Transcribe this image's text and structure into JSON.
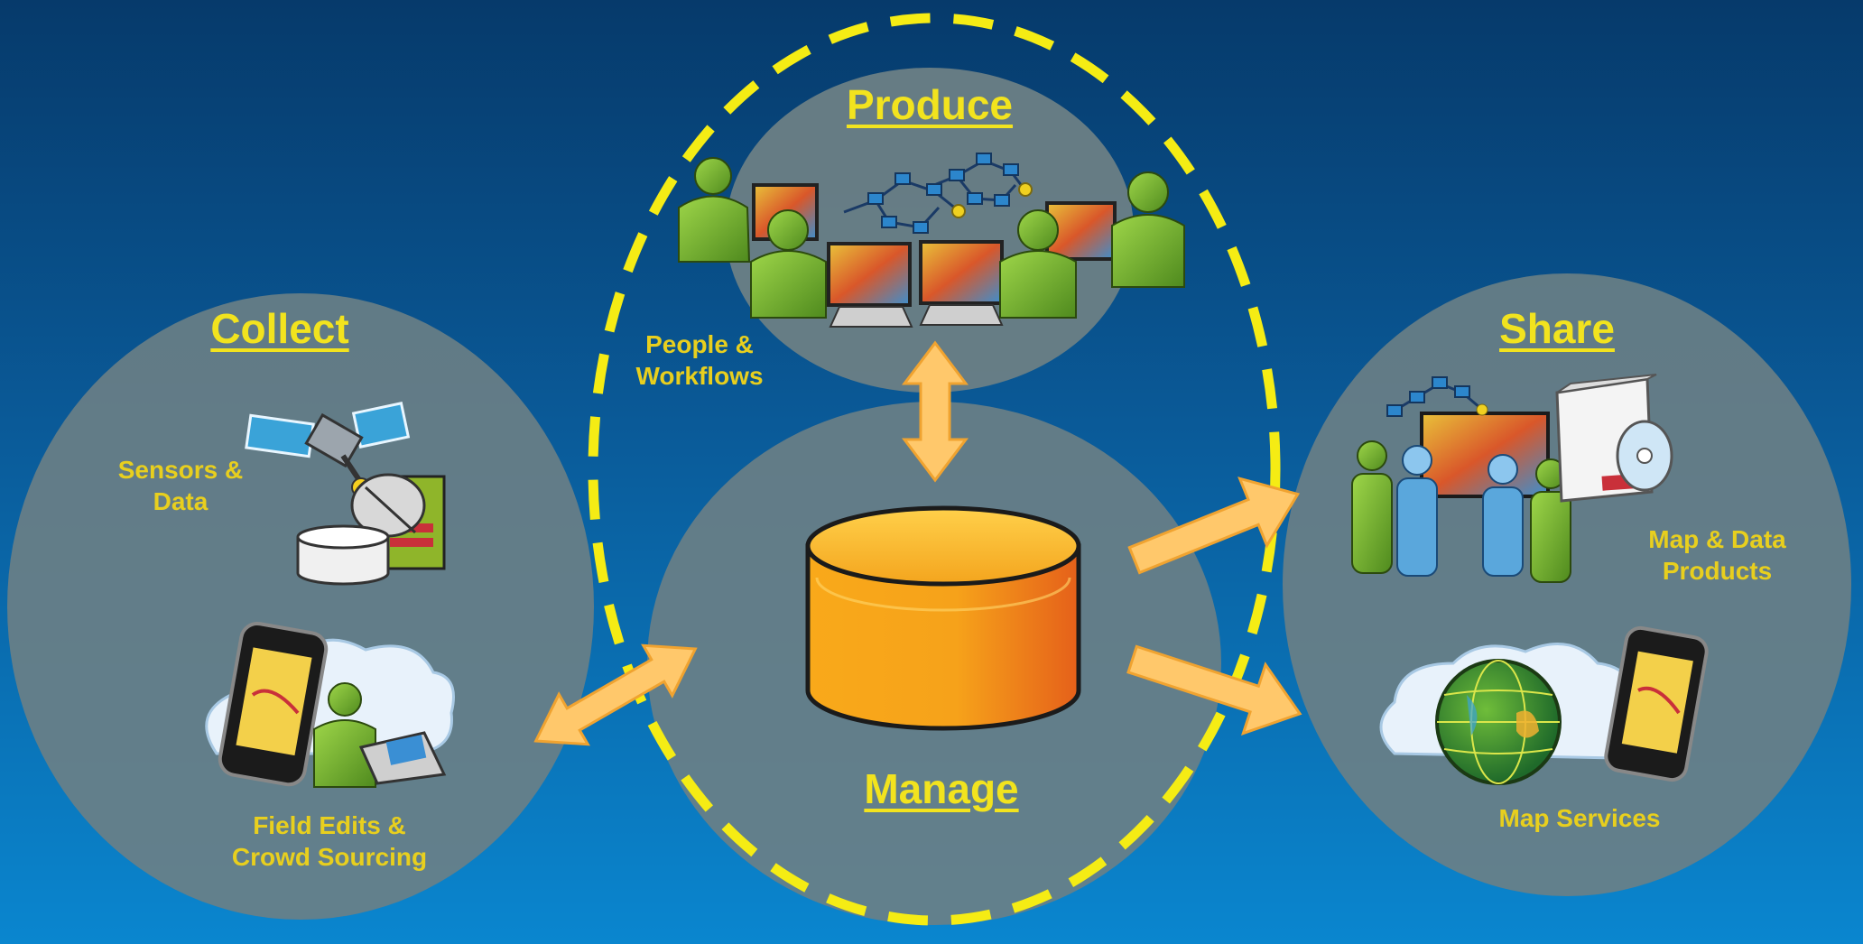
{
  "sections": {
    "produce": {
      "title": "Produce",
      "caption": "People & Workflows"
    },
    "collect": {
      "title": "Collect",
      "items": [
        "Sensors & Data",
        "Field Edits & Crowd Sourcing"
      ]
    },
    "manage": {
      "title": "Manage"
    },
    "share": {
      "title": "Share",
      "items": [
        "Map & Data Products",
        "Map Services"
      ]
    }
  },
  "colors": {
    "circle_fill": "#6b7f85",
    "label": "#e8cf1e",
    "dashed_outline": "#f5ec14",
    "arrow": "#ffc86b",
    "cylinder": "#f59a10"
  },
  "icons": [
    "satellite-icon",
    "phone-icon",
    "cloud-icon",
    "globe-icon",
    "database-icon",
    "workflow-icon",
    "people-icon",
    "software-box-icon"
  ]
}
